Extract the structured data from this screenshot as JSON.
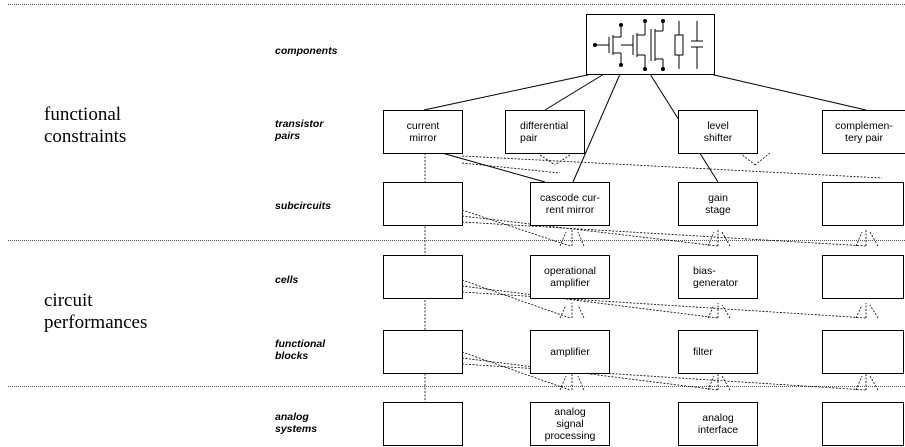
{
  "sections": {
    "functional": "functional\nconstraints",
    "circuit": "circuit\nperformances"
  },
  "levels": {
    "components": "components",
    "transistor_pairs": "transistor\npairs",
    "subcircuits": "subcircuits",
    "cells": "cells",
    "functional_blocks": "functional\nblocks",
    "analog_systems": "analog\nsystems"
  },
  "nodes": {
    "current_mirror": "current\nmirror",
    "differential_pair": "differential\npair",
    "level_shifter": "level\nshifter",
    "complementary_pair": "complemen-\ntery pair",
    "cascode_current_mirror": "cascode cur-\nrent mirror",
    "gain_stage": "gain\nstage",
    "operational_amplifier": "operational\namplifier",
    "bias_generator": "bias-\ngenerator",
    "amplifier": "amplifier",
    "filter": "filter",
    "analog_signal_processing": "analog\nsignal\nprocessing",
    "analog_interface": "analog\ninterface"
  },
  "icons": {
    "components_symbol": "transistor-resistor-capacitor-symbols-icon"
  }
}
